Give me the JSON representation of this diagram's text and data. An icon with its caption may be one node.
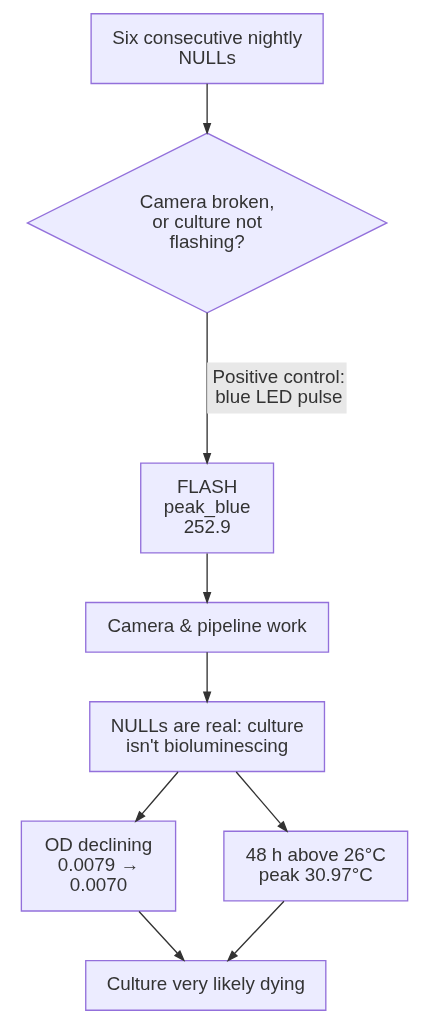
{
  "diagram": {
    "nodes": [
      {
        "text": [
          "Six consecutive nightly NULLs"
        ]
      },
      {
        "text": [
          "Camera broken, or culture not flashing?"
        ]
      },
      {
        "text": [
          "FLASH peak_blue 252.9"
        ]
      },
      {
        "text": [
          "Camera & pipeline work"
        ]
      },
      {
        "text": [
          "NULLs are real: culture isn't bioluminescing"
        ]
      },
      {
        "text": [
          "OD declining 0.0079 → 0.0070"
        ]
      },
      {
        "text": [
          "48 h above 26°C peak 30.97°C"
        ]
      },
      {
        "text": [
          "Culture very likely dying"
        ]
      }
    ],
    "edges": [
      {
        "from": 0,
        "to": 1,
        "arrow": "to"
      },
      {
        "from": 1,
        "to": 2,
        "arrow": "to",
        "label": "Positive control: blue LED pulse"
      },
      {
        "from": 2,
        "to": 3,
        "arrow": "to"
      },
      {
        "from": 3,
        "to": 4,
        "arrow": "to"
      },
      {
        "from": 4,
        "to": 5,
        "arrow": "to"
      },
      {
        "from": 4,
        "to": 6,
        "arrow": "to"
      },
      {
        "from": 5,
        "to": 7,
        "arrow": "to"
      },
      {
        "from": 6,
        "to": 7,
        "arrow": "to"
      }
    ]
  }
}
